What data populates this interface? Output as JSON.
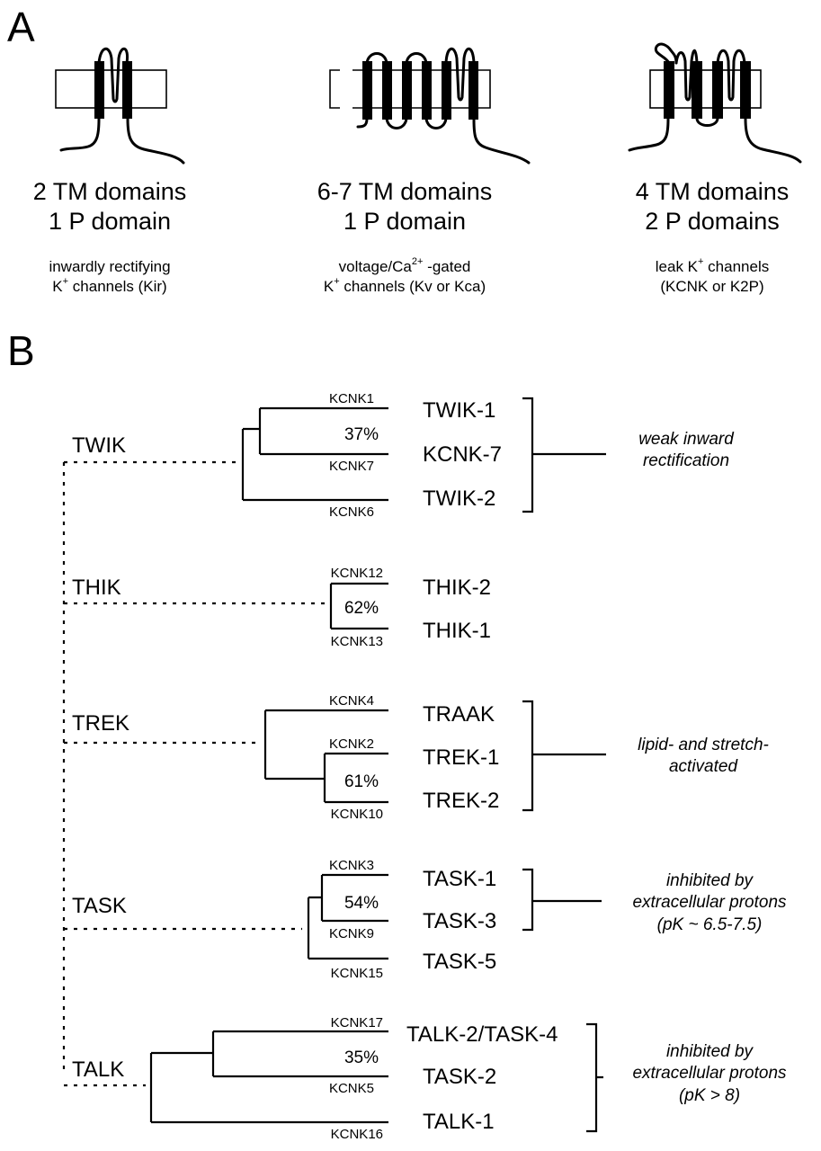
{
  "panel_a": {
    "letter": "A",
    "channel_types": [
      {
        "topology_line1": "2 TM domains",
        "topology_line2": "1 P domain",
        "desc_line1": "inwardly rectifying",
        "desc_line2_prefix": "K",
        "desc_line2_sup": "+",
        "desc_line2_suffix": " channels (Kir)",
        "tm_count": 2,
        "p_count": 1
      },
      {
        "topology_line1": "6-7 TM domains",
        "topology_line2": "1 P domain",
        "desc_line1_prefix": "voltage/Ca",
        "desc_line1_sup": "2+",
        "desc_line1_suffix": " -gated",
        "desc_line2_prefix": "K",
        "desc_line2_sup": "+",
        "desc_line2_suffix": " channels (Kv or Kca)",
        "tm_count": 6,
        "p_count": 1
      },
      {
        "topology_line1": "4 TM domains",
        "topology_line2": "2 P domains",
        "desc_line1_prefix": "leak K",
        "desc_line1_sup": "+",
        "desc_line1_suffix": " channels",
        "desc_line2": "(KCNK or K2P)",
        "tm_count": 4,
        "p_count": 2
      }
    ]
  },
  "panel_b": {
    "letter": "B",
    "families": [
      {
        "name": "TWIK",
        "identity": "37%",
        "note": [
          "weak inward",
          "rectification"
        ],
        "members": [
          {
            "gene": "KCNK1",
            "channel": "TWIK-1"
          },
          {
            "gene": "KCNK7",
            "channel": "KCNK-7"
          },
          {
            "gene": "KCNK6",
            "channel": "TWIK-2"
          }
        ]
      },
      {
        "name": "THIK",
        "identity": "62%",
        "note": [],
        "members": [
          {
            "gene": "KCNK12",
            "channel": "THIK-2"
          },
          {
            "gene": "KCNK13",
            "channel": "THIK-1"
          }
        ]
      },
      {
        "name": "TREK",
        "identity": "61%",
        "note": [
          "lipid- and stretch-",
          "activated"
        ],
        "members": [
          {
            "gene": "KCNK4",
            "channel": "TRAAK"
          },
          {
            "gene": "KCNK2",
            "channel": "TREK-1"
          },
          {
            "gene": "KCNK10",
            "channel": "TREK-2"
          }
        ]
      },
      {
        "name": "TASK",
        "identity": "54%",
        "note": [
          "inhibited by",
          "extracellular protons",
          "(pK ~ 6.5-7.5)"
        ],
        "members": [
          {
            "gene": "KCNK3",
            "channel": "TASK-1"
          },
          {
            "gene": "KCNK9",
            "channel": "TASK-3"
          },
          {
            "gene": "KCNK15",
            "channel": "TASK-5"
          }
        ]
      },
      {
        "name": "TALK",
        "identity": "35%",
        "note": [
          "inhibited by",
          "extracellular protons",
          "(pK > 8)"
        ],
        "members": [
          {
            "gene": "KCNK17",
            "channel": "TALK-2/TASK-4"
          },
          {
            "gene": "KCNK5",
            "channel": "TASK-2"
          },
          {
            "gene": "KCNK16",
            "channel": "TALK-1"
          }
        ]
      }
    ]
  }
}
